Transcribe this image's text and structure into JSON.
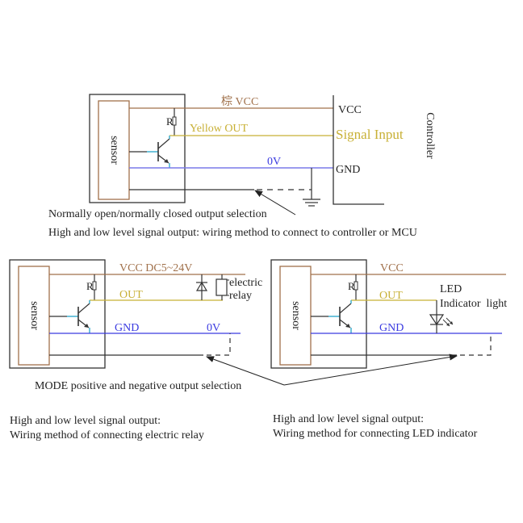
{
  "colors": {
    "vcc": "#a0704a",
    "out": "#c8b035",
    "gnd": "#4a4ae0",
    "gnd_light": "#7a7ae8",
    "base": "#40b0d0",
    "line": "#333333",
    "sensor_box": "#a0704a"
  },
  "top_diagram": {
    "sensor_label": "sensor",
    "resistor_label": "R",
    "vcc_wire_label": "棕 VCC",
    "out_wire_label": "Yellow OUT",
    "gnd_wire_label": "0V",
    "controller_vcc": "VCC",
    "controller_signal": "Signal Input",
    "controller_gnd": "GND",
    "controller_label": "Controller",
    "selection_label": "Normally open/normally closed output selection",
    "caption": "High and low level signal output: wiring method to connect to controller or MCU"
  },
  "relay_diagram": {
    "sensor_label": "sensor",
    "resistor_label": "R",
    "vcc_label": "VCC DC5~24V",
    "out_label": "OUT",
    "gnd_label": "GND",
    "zero_v_label": "0V",
    "relay_label_1": "electric",
    "relay_label_2": "relay",
    "caption_1": "High and low level signal output:",
    "caption_2": "Wiring method of connecting electric relay"
  },
  "led_diagram": {
    "sensor_label": "sensor",
    "resistor_label": "R",
    "vcc_label": "VCC",
    "out_label": "OUT",
    "gnd_label": "GND",
    "led_label_1": "LED",
    "led_label_2": "Indicator  light",
    "caption_1": "High and low level signal output:",
    "caption_2": "Wiring method for connecting LED indicator"
  },
  "mode_label": "MODE positive and negative output selection"
}
